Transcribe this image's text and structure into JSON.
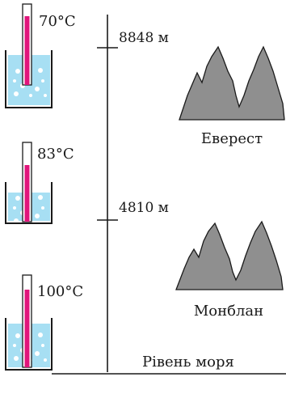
{
  "thermometers": [
    {
      "temperature": "70°C",
      "mercury_level": 70
    },
    {
      "temperature": "83°C",
      "mercury_level": 83
    },
    {
      "temperature": "100°C",
      "mercury_level": 100
    }
  ],
  "altitude_marks": [
    {
      "label": "8848 м"
    },
    {
      "label": "4810 м"
    }
  ],
  "mountains": [
    {
      "name": "Еверест"
    },
    {
      "name": "Монблан"
    }
  ],
  "sea_level_label": "Рівень моря",
  "colors": {
    "water": "#a7dff3",
    "mercury": "#e0157b",
    "mountain": "#8f8f8f",
    "line": "#1a1a1a"
  }
}
